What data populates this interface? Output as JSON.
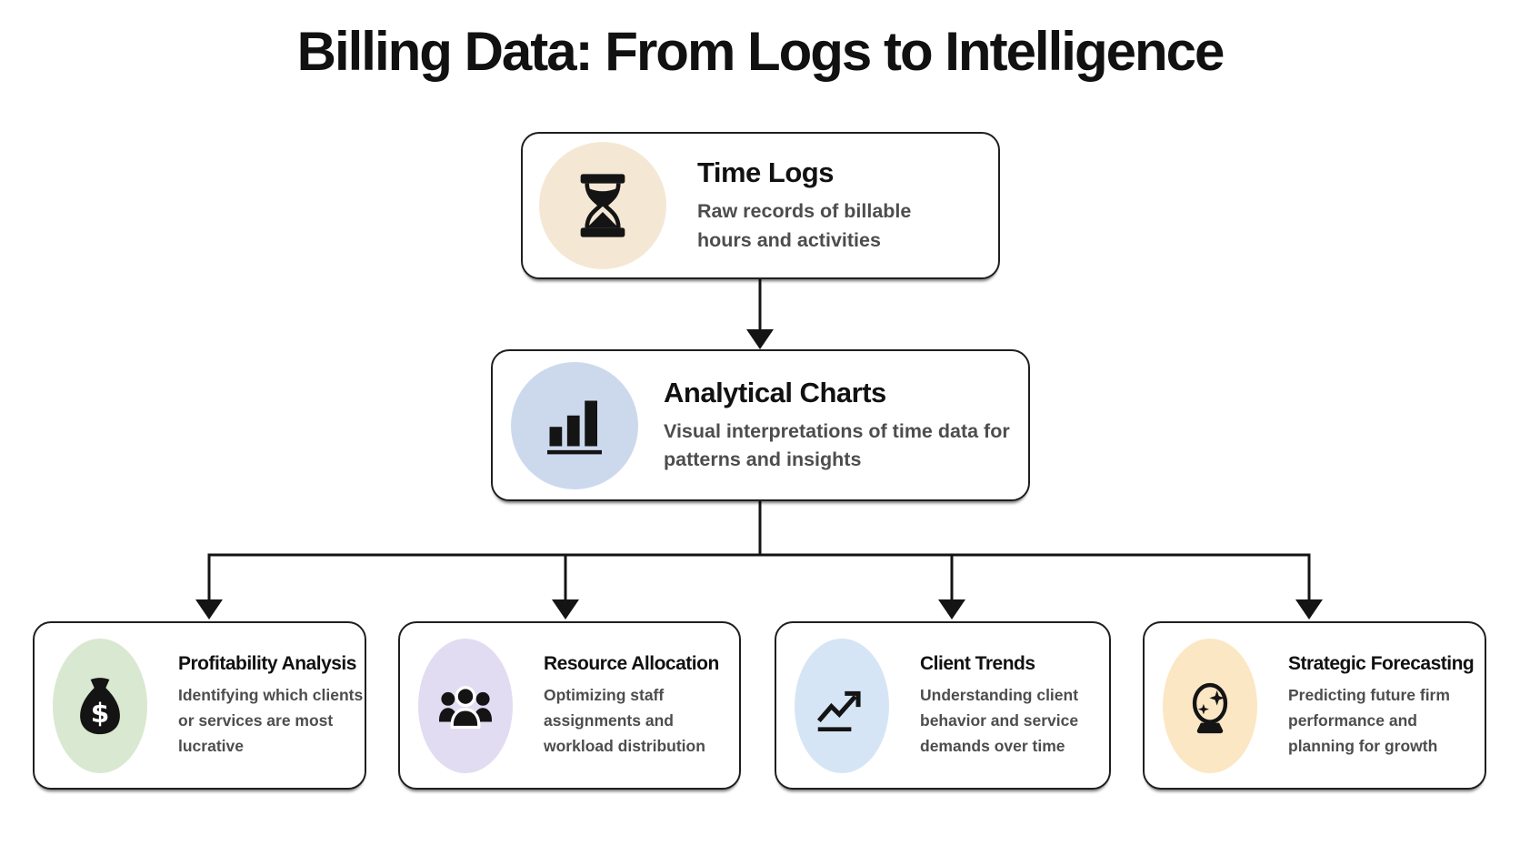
{
  "title": "Billing Data: From Logs to Intelligence",
  "connector_color": "#141414",
  "nodes": {
    "time_logs": {
      "title": "Time Logs",
      "description": "Raw records of billable hours and activities",
      "icon": "hourglass-icon",
      "circle_color": "#f4e8d5"
    },
    "analytical_charts": {
      "title": "Analytical Charts",
      "description": "Visual interpretations of time data for patterns and insights",
      "icon": "bar-chart-icon",
      "circle_color": "#ccd9ed"
    },
    "profitability_analysis": {
      "title": "Profitability Analysis",
      "description": "Identifying which clients or services are most lucrative",
      "icon": "money-bag-icon",
      "circle_color": "#d9e8d0"
    },
    "resource_allocation": {
      "title": "Resource Allocation",
      "description": "Optimizing staff assignments and workload distribution",
      "icon": "people-group-icon",
      "circle_color": "#e2dcf2"
    },
    "client_trends": {
      "title": "Client Trends",
      "description": "Understanding client behavior and service demands over time",
      "icon": "trend-up-icon",
      "circle_color": "#d6e5f5"
    },
    "strategic_forecasting": {
      "title": "Strategic Forecasting",
      "description": "Predicting future firm performance and planning for growth",
      "icon": "crystal-ball-icon",
      "circle_color": "#fbe7c3"
    }
  }
}
